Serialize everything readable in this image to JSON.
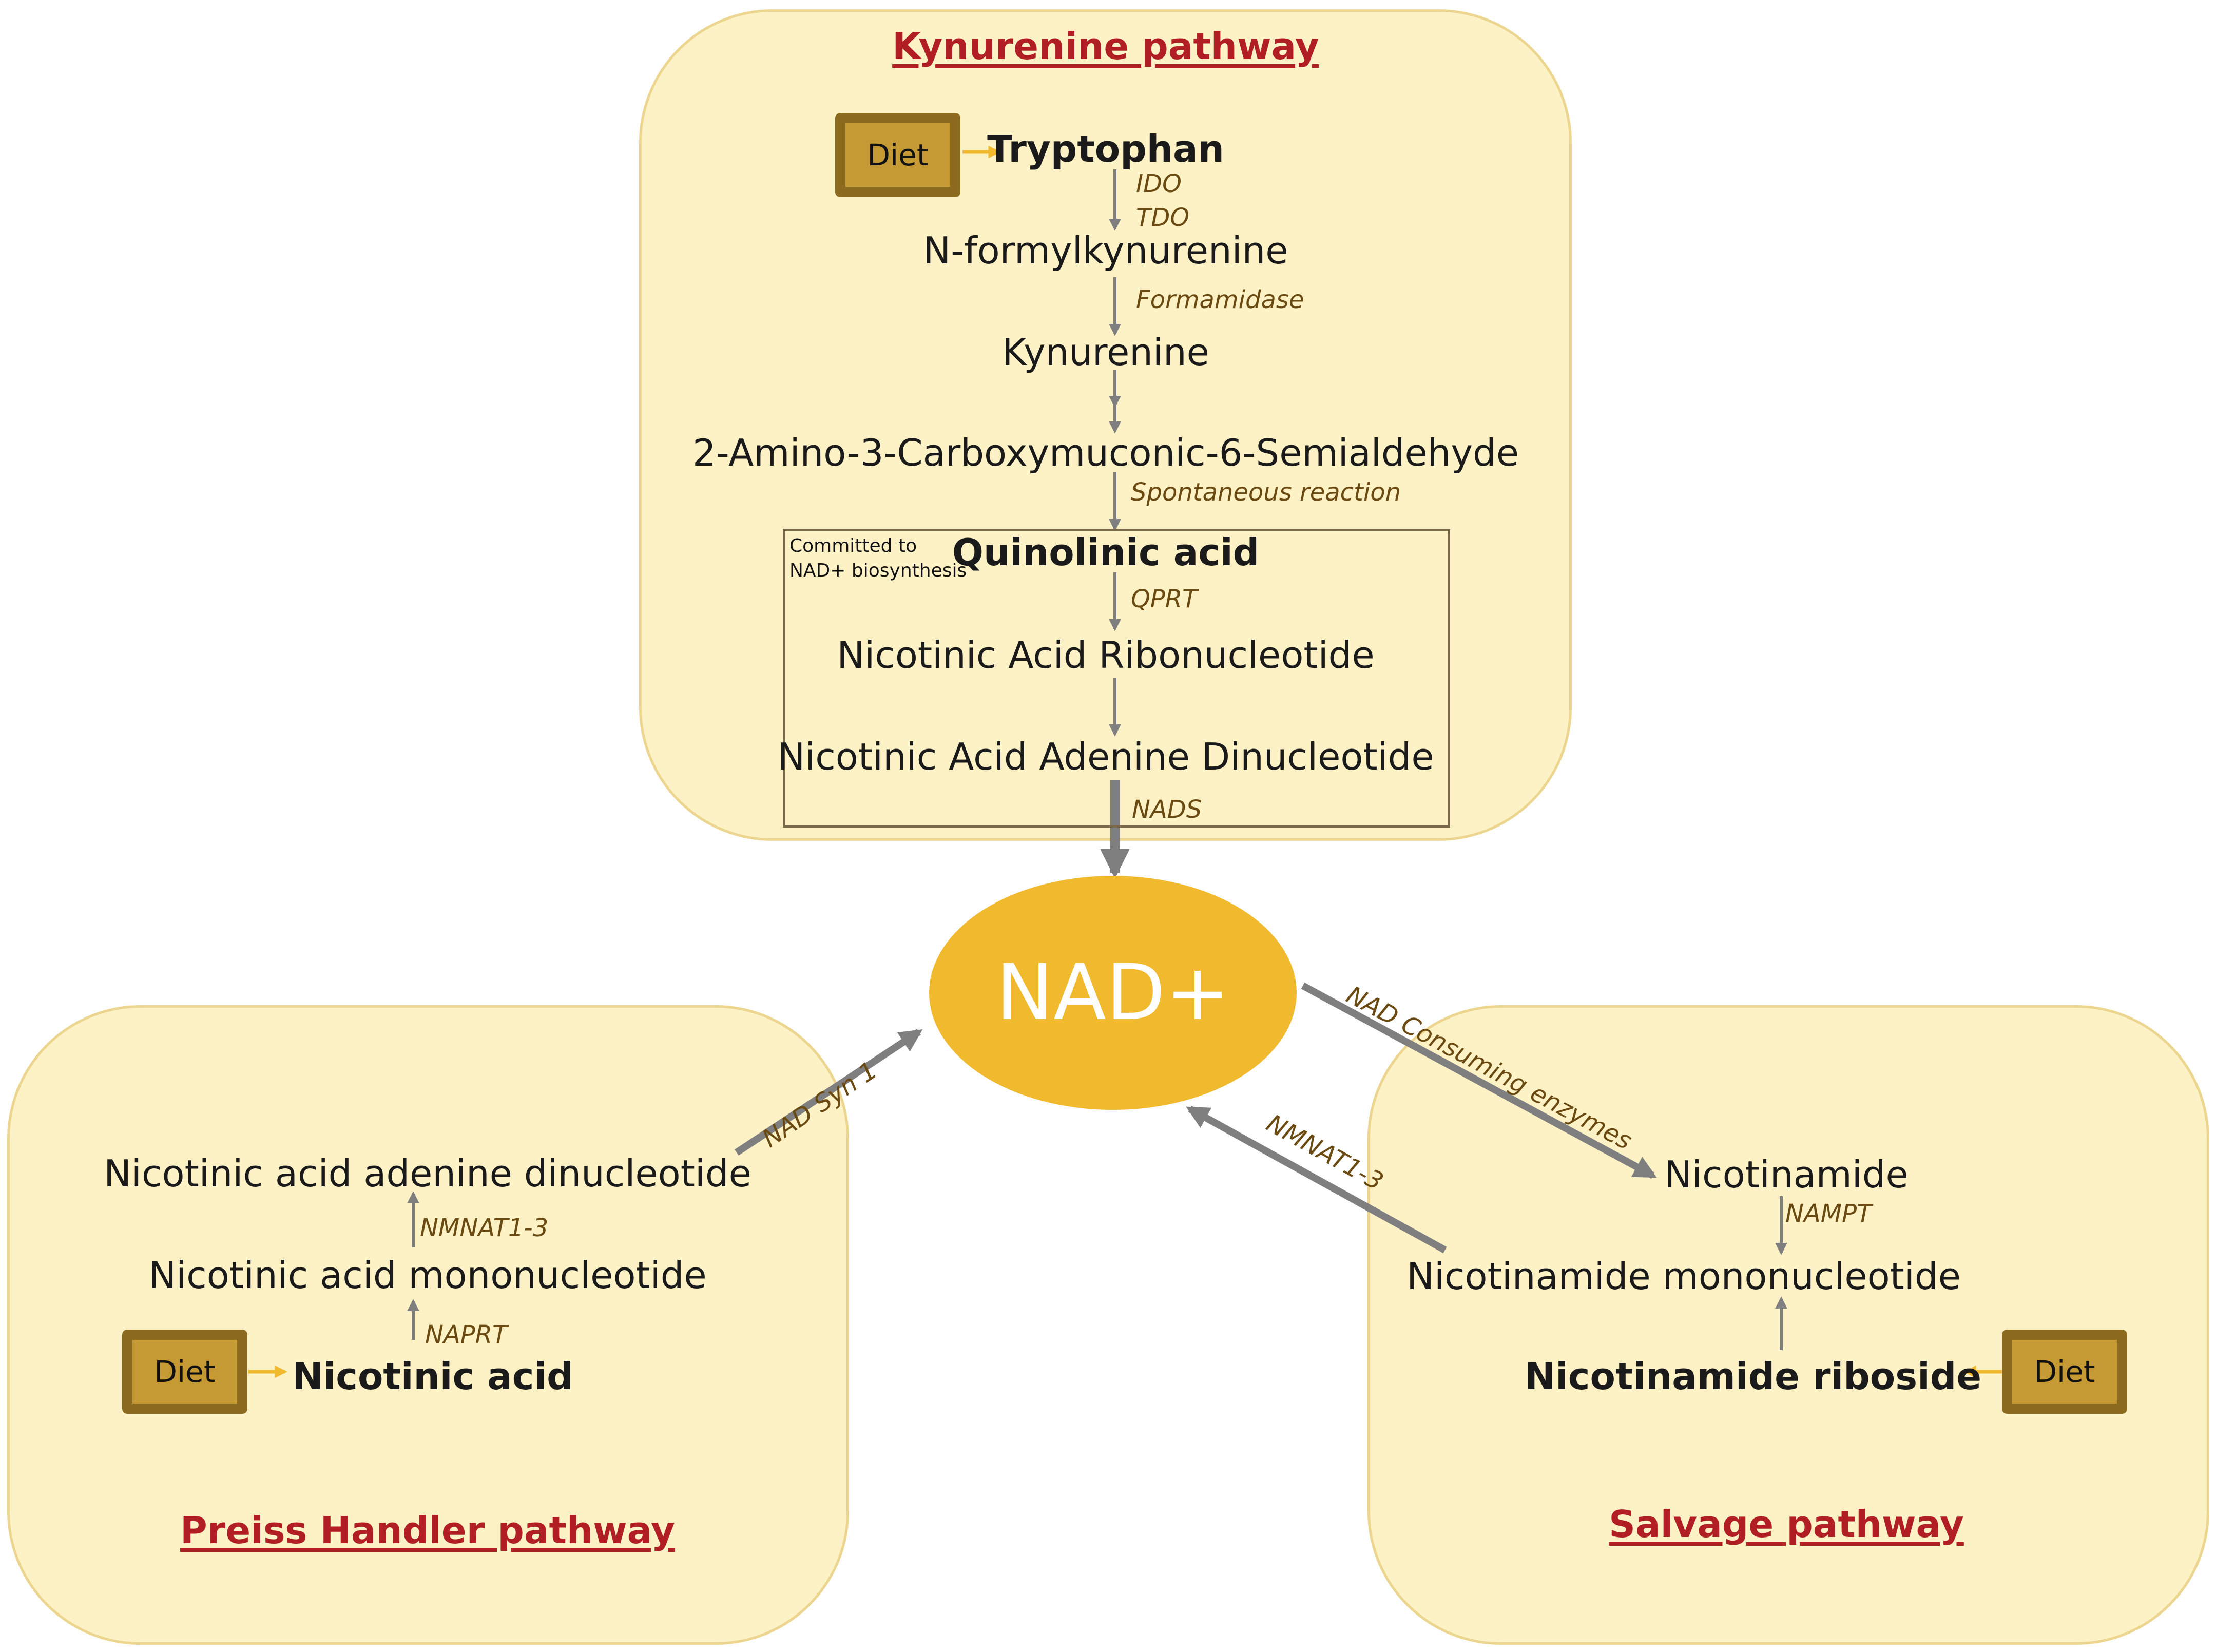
{
  "kynurenine": {
    "title": "Kynurenine pathway",
    "diet": "Diet",
    "tryptophan": "Tryptophan",
    "ido": "IDO",
    "tdo": "TDO",
    "n_formylkynurenine": "N-formylkynurenine",
    "formamidase": "Formamidase",
    "kynurenine": "Kynurenine",
    "acms": "2-Amino-3-Carboxymuconic-6-Semialdehyde",
    "spontaneous": "Spontaneous reaction",
    "committed_line1": "Committed to",
    "committed_line2": "NAD+ biosynthesis",
    "quinolinic": "Quinolinic acid",
    "qprt": "QPRT",
    "namn": "Nicotinic Acid Ribonucleotide",
    "naad": "Nicotinic Acid Adenine Dinucleotide",
    "nads": "NADS"
  },
  "center": {
    "nad": "NAD+"
  },
  "preiss": {
    "title": "Preiss Handler pathway",
    "diet": "Diet",
    "naad": "Nicotinic acid adenine dinucleotide",
    "nmnat": "NMNAT1-3",
    "namn": "Nicotinic acid mononucleotide",
    "naprt": "NAPRT",
    "na": "Nicotinic acid",
    "nad_syn": "NAD Syn 1"
  },
  "salvage": {
    "title": "Salvage pathway",
    "diet": "Diet",
    "nam": "Nicotinamide",
    "nampt": "NAMPT",
    "nmn": "Nicotinamide mononucleotide",
    "nr": "Nicotinamide riboside",
    "nmnat": "NMNAT1-3",
    "consuming": "NAD Consuming enzymes"
  },
  "colors": {
    "panel": "#fdf1c6",
    "panel_border": "#ecd58e",
    "nad": "#f1b92d",
    "title": "#b11e24",
    "enzyme": "#6b4a12",
    "arrow": "#7f7f7f",
    "diet_arrow": "#f1b92d"
  }
}
